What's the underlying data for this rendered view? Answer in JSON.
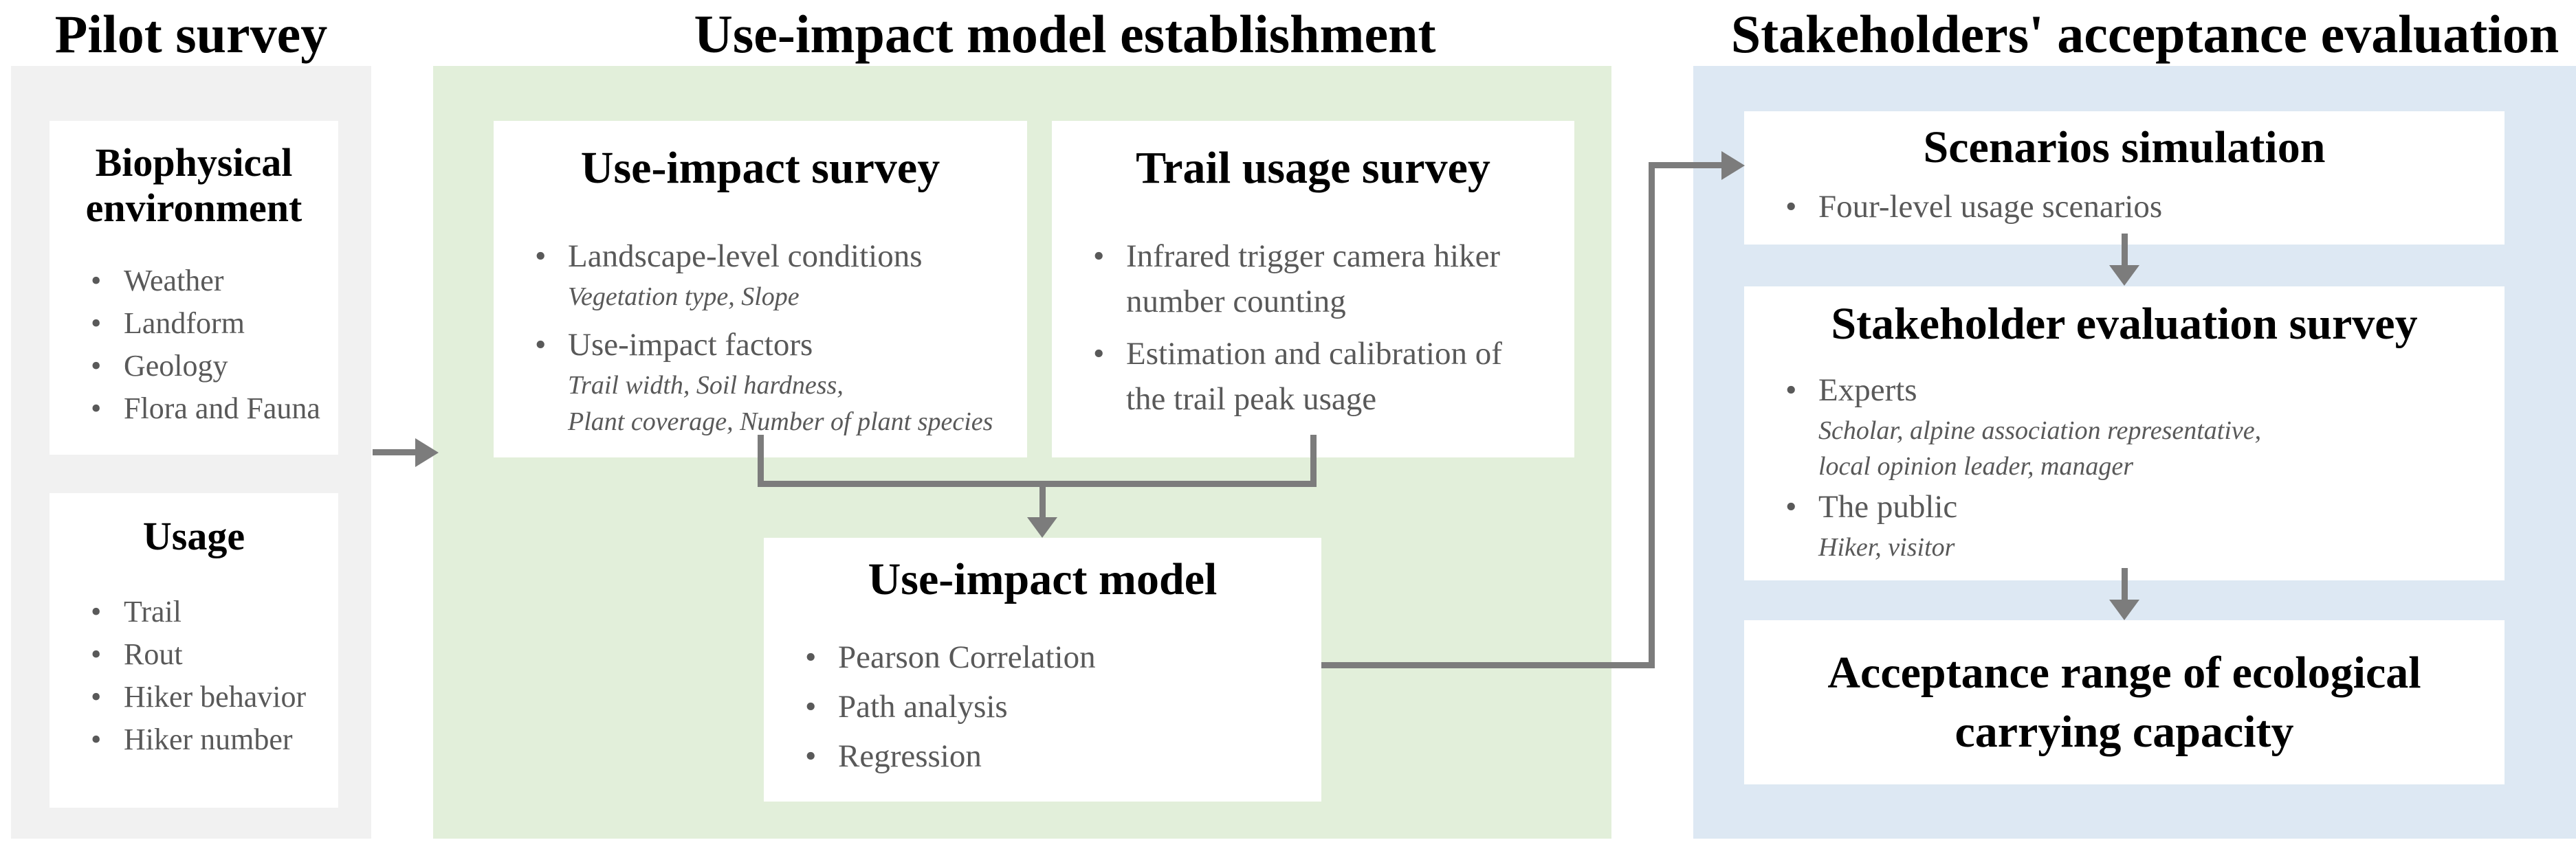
{
  "figure": {
    "columns": [
      {
        "header": "Pilot survey",
        "boxes": [
          {
            "title": "Biophysical environment",
            "bullets": [
              {
                "text": "Weather"
              },
              {
                "text": "Landform"
              },
              {
                "text": "Geology"
              },
              {
                "text": "Flora and Fauna"
              }
            ]
          },
          {
            "title": "Usage",
            "bullets": [
              {
                "text": "Trail"
              },
              {
                "text": "Rout"
              },
              {
                "text": "Hiker behavior"
              },
              {
                "text": "Hiker number"
              }
            ]
          }
        ]
      },
      {
        "header": "Use-impact model establishment",
        "boxes": [
          {
            "title": "Use-impact survey",
            "bullets": [
              {
                "text": "Landscape-level conditions",
                "sub_lines": [
                  "Vegetation type, Slope"
                ]
              },
              {
                "text": "Use-impact factors",
                "sub_lines": [
                  "Trail width, Soil hardness,",
                  "Plant coverage, Number of plant species"
                ]
              }
            ]
          },
          {
            "title": "Trail usage survey",
            "bullets": [
              {
                "text": "Infrared trigger camera hiker number counting"
              },
              {
                "text": "Estimation and calibration of the trail peak usage"
              }
            ]
          },
          {
            "title": "Use-impact model",
            "bullets": [
              {
                "text": "Pearson Correlation"
              },
              {
                "text": "Path analysis"
              },
              {
                "text": "Regression"
              }
            ]
          }
        ]
      },
      {
        "header": "Stakeholders' acceptance evaluation",
        "boxes": [
          {
            "title": "Scenarios simulation",
            "bullets": [
              {
                "text": "Four-level usage scenarios"
              }
            ]
          },
          {
            "title": "Stakeholder evaluation survey",
            "bullets": [
              {
                "text": "Experts",
                "sub_lines": [
                  "Scholar, alpine association representative,",
                  "local opinion leader, manager"
                ]
              },
              {
                "text": "The public",
                "sub_lines": [
                  "Hiker, visitor"
                ]
              }
            ]
          },
          {
            "title_lines": [
              "Acceptance range of ecological",
              "carrying capacity"
            ]
          }
        ]
      }
    ],
    "colors": {
      "panel_gray": "#f1f1f1",
      "panel_green": "#e2efda",
      "panel_blue": "#dde8f3",
      "connector": "#7c7c7c",
      "heading_text": "#000000",
      "body_text": "#595959"
    }
  }
}
